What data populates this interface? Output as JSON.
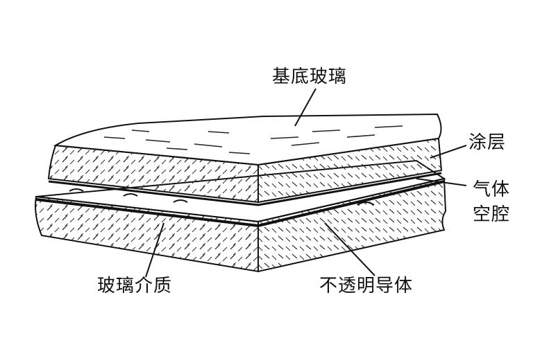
{
  "diagram": {
    "labels": {
      "substrate_glass": "基底玻璃",
      "coating": "涂层",
      "gas_cavity": "气体空腔",
      "glass_dielectric": "玻璃介质",
      "opaque_conductor": "不透明导体"
    }
  }
}
